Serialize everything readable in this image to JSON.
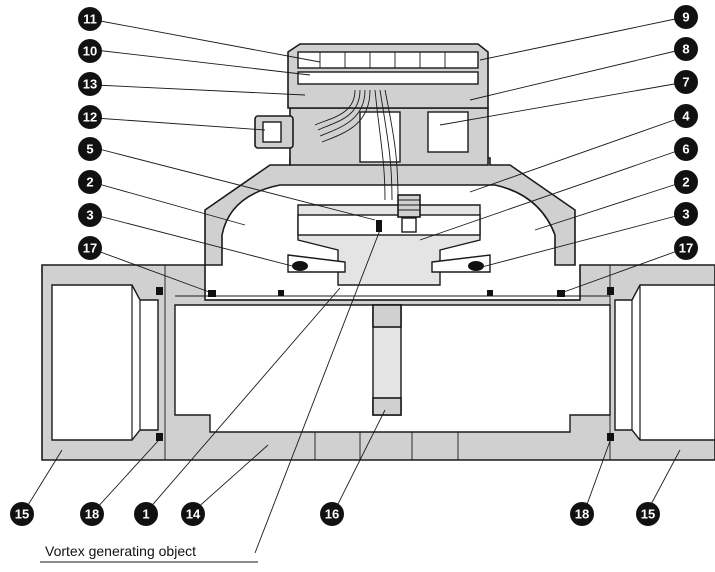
{
  "diagram": {
    "callouts": [
      "1",
      "2",
      "3",
      "4",
      "5",
      "6",
      "7",
      "8",
      "9",
      "10",
      "11",
      "12",
      "13",
      "14",
      "15",
      "16",
      "17",
      "18"
    ],
    "caption": "Vortex generating object"
  },
  "colors": {
    "body_fill": "#d0d0d0",
    "light_fill": "#e4e4e4",
    "badge": "#111111",
    "outline": "#1a1a1a"
  }
}
